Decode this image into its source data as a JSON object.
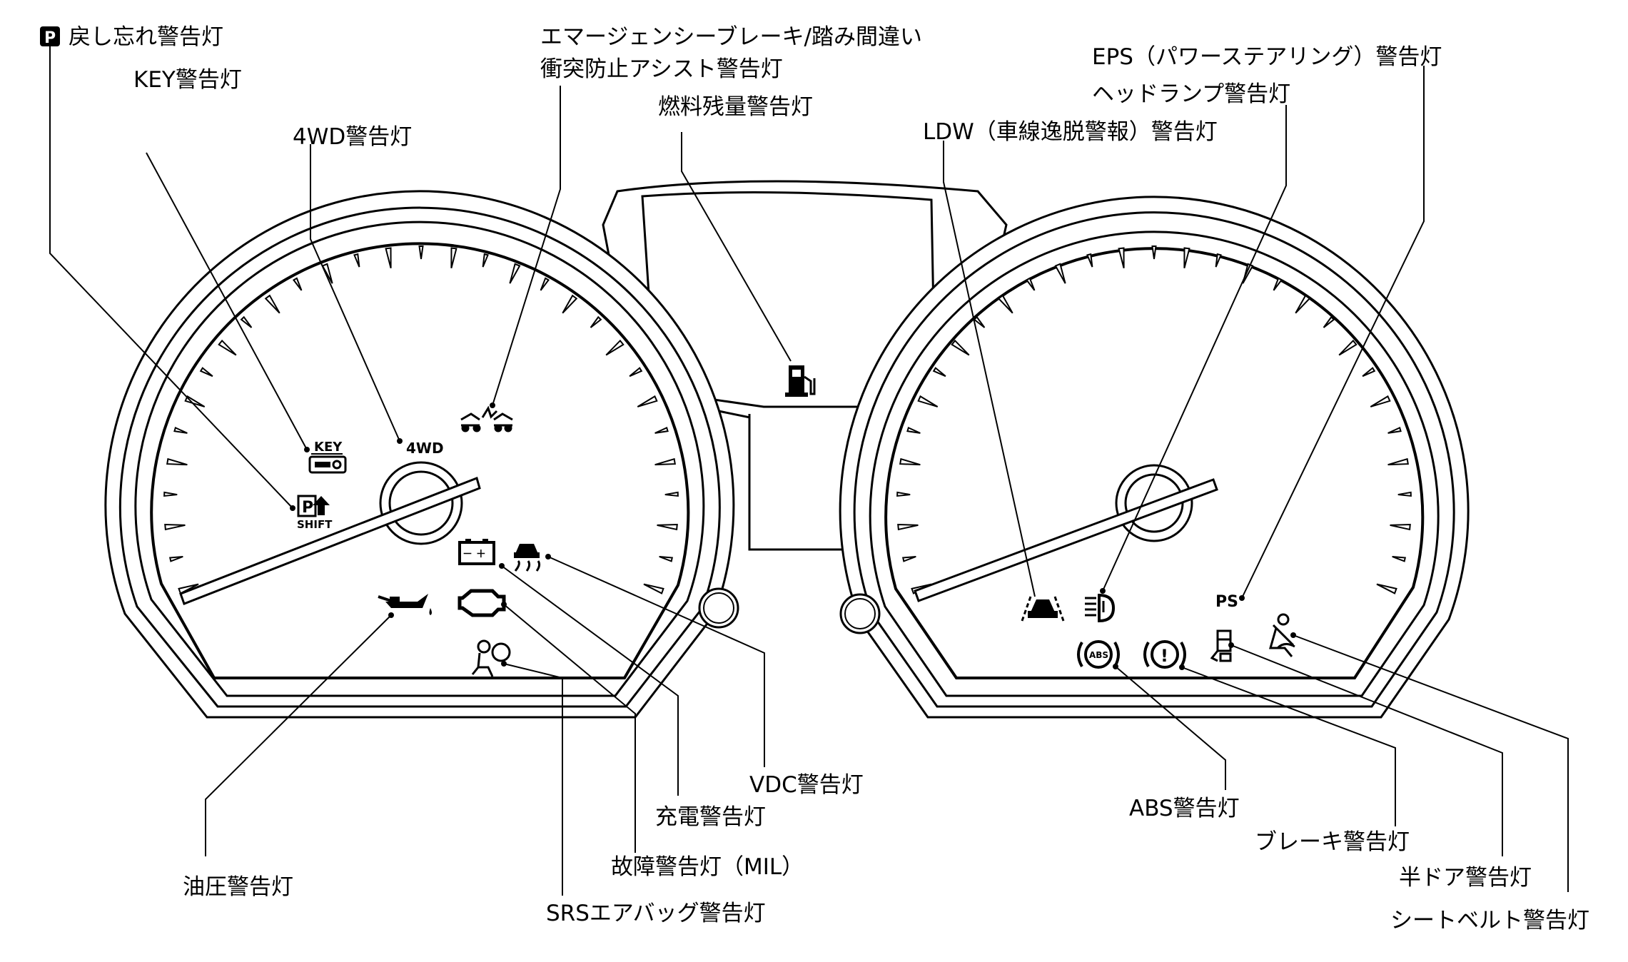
{
  "labels": {
    "p_badge": "P",
    "p_shift": "戻し忘れ警告灯",
    "key": "KEY警告灯",
    "fourwd": "4WD警告灯",
    "emergency_line1": "エマージェンシーブレーキ/踏み間違い",
    "emergency_line2": "衝突防止アシスト警告灯",
    "fuel": "燃料残量警告灯",
    "eps": "EPS（パワーステアリング）警告灯",
    "headlamp": "ヘッドランプ警告灯",
    "ldw": "LDW（車線逸脱警報）警告灯",
    "oil": "油圧警告灯",
    "srs": "SRSエアバッグ警告灯",
    "mil": "故障警告灯（MIL）",
    "charge": "充電警告灯",
    "vdc": "VDC警告灯",
    "abs": "ABS警告灯",
    "brake": "ブレーキ警告灯",
    "door": "半ドア警告灯",
    "seatbelt": "シートベルト警告灯"
  },
  "icons": {
    "key_text": "KEY",
    "p_text": "P",
    "shift_text": "SHIFT",
    "fourwd_text": "4WD",
    "abs_text": "ABS",
    "brake_text": "!",
    "ps_text": "PS",
    "battery_text": "－ ＋"
  },
  "colors": {
    "line": "#000000",
    "background": "#ffffff"
  }
}
